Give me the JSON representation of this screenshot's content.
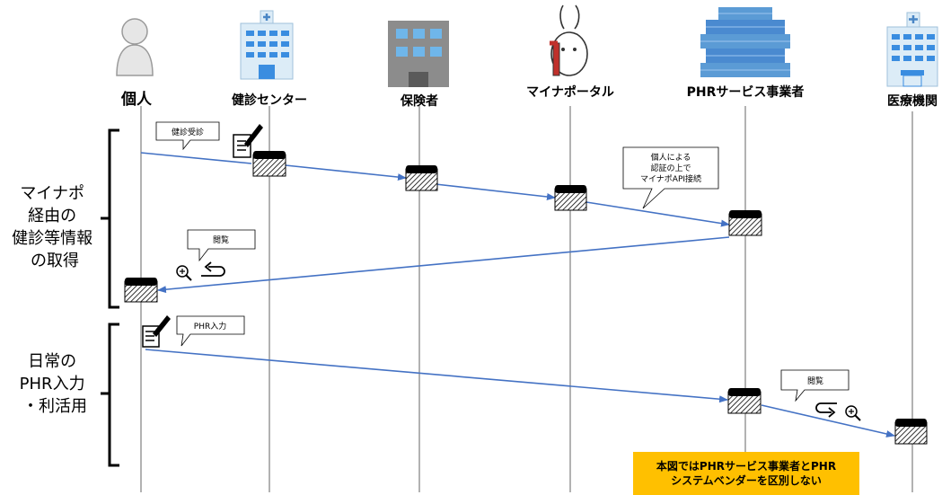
{
  "actors": [
    {
      "label": "個人"
    },
    {
      "label": "健診センター"
    },
    {
      "label": "保険者"
    },
    {
      "label": "マイナポータル"
    },
    {
      "label": "PHRサービス事業者"
    },
    {
      "label": "医療機関"
    }
  ],
  "bubbles": {
    "kenshin_jushin": "健診受診",
    "auth_line1": "個人による",
    "auth_line2": "認証の上で",
    "auth_line3": "マイナポAPI接続",
    "etsuran_1": "閲覧",
    "phr_input": "PHR入力",
    "etsuran_2": "閲覧"
  },
  "sections": {
    "top": {
      "line1": "マイナポ",
      "line2": "経由の",
      "line3": "健診等情報",
      "line4": "の取得"
    },
    "bottom": {
      "line1": "日常の",
      "line2": "PHR入力",
      "line3": "・利活用"
    }
  },
  "note": {
    "line1": "本図ではPHRサービス事業者とPHR",
    "line2": "システムベンダーを区別しない"
  },
  "colors": {
    "arrow": "#4472C4",
    "note_bg": "#FFC000",
    "lifeline": "#7f7f7f"
  }
}
